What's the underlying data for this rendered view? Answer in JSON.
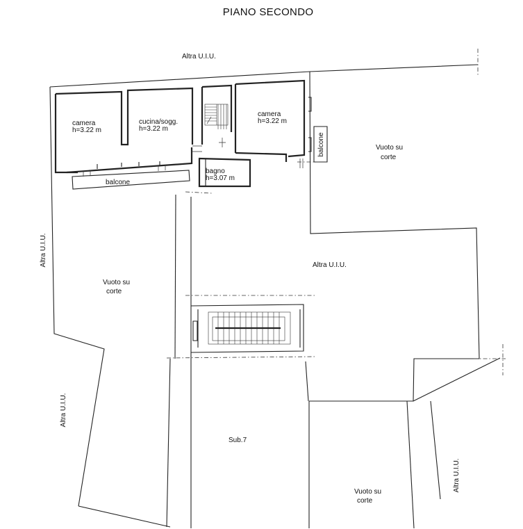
{
  "title": "PIANO SECONDO",
  "labels": {
    "altra_top": "Altra U.I.U.",
    "altra_left_upper": "Altra U.I.U.",
    "altra_center": "Altra U.I.U.",
    "altra_left_lower": "Altra U.I.U.",
    "altra_right_lower": "Altra U.I.U.",
    "camera_left_name": "camera",
    "camera_left_height": "h=3.22 m",
    "cucina_name": "cucina/sogg.",
    "cucina_height": "h=3.22 m",
    "camera_right_name": "camera",
    "camera_right_height": "h=3.22 m",
    "bagno_name": "bagno",
    "bagno_height": "h=3.07 m",
    "balcone_bottom": "balcone",
    "balcone_side": "balcone",
    "vuoto_right_line1": "Vuoto su",
    "vuoto_right_line2": "corte",
    "vuoto_left_line1": "Vuoto su",
    "vuoto_left_line2": "corte",
    "vuoto_bottom_line1": "Vuoto su",
    "vuoto_bottom_line2": "corte",
    "sub": "Sub.7"
  }
}
